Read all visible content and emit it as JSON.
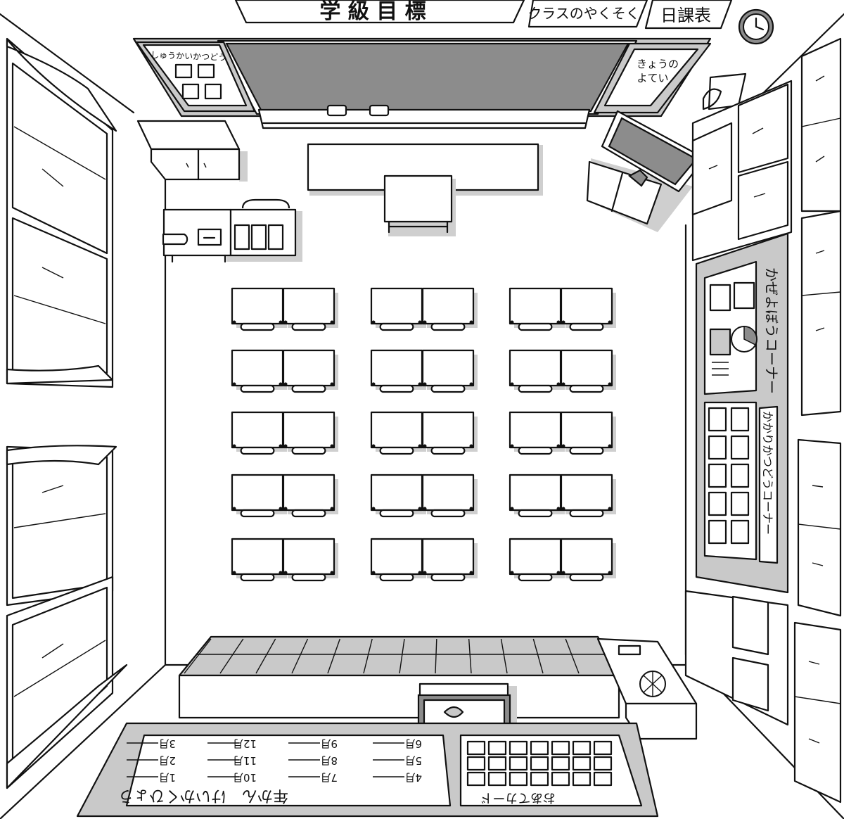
{
  "signs": {
    "class_goal": "学 級 目 標",
    "class_promise": "クラスのやくそく",
    "timetable": "日課表"
  },
  "blackboard": {
    "left_panel_title": "しゅうかいかつどう",
    "right_panel_title_1": "きょうの",
    "right_panel_title_2": "よてい"
  },
  "right_wall": {
    "board_1_title": "かぜよぼうコーナー",
    "board_2_title": "かかりかつどうコーナー"
  },
  "back_board": {
    "plan_title": "年かん　けいかくひょう",
    "plan_months": [
      [
        "4月",
        "7月",
        "10月",
        "1月"
      ],
      [
        "5月",
        "8月",
        "11月",
        "2月"
      ],
      [
        "6月",
        "9月",
        "12月",
        "3月"
      ]
    ],
    "ohana_title": "おあてカード"
  },
  "desks": {
    "columns": 3,
    "rows": 5,
    "per_group": 2
  },
  "colors": {
    "line": "#111111",
    "board_fill": "#8c8c8c",
    "panel_fill": "#c9c9c9",
    "background": "#ffffff"
  }
}
